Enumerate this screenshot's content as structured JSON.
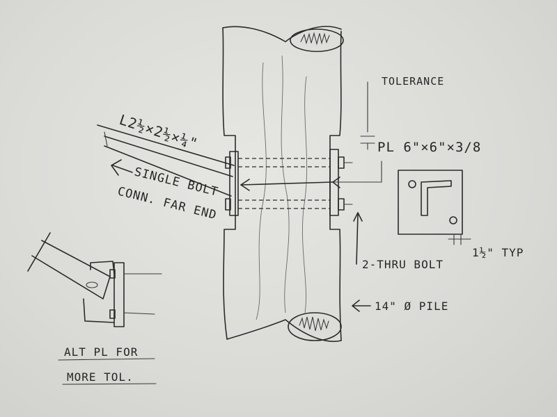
{
  "labels": {
    "angle": "L2½×2½×¼\"",
    "single_bolt_1": "SINGLE BOLT",
    "single_bolt_2": "CONN. FAR END",
    "tolerance": "TOLERANCE",
    "plate": "PL 6\"×6\"×3/8",
    "thru_bolt": "2-THRU BOLT",
    "pile": "14\" Ø PILE",
    "typ": "1½\" TYP",
    "alt_1": "ALT PL FOR",
    "alt_2": "MORE TOL."
  },
  "colors": {
    "ink": "#2a2a2a",
    "paper": "#e2e2df"
  }
}
